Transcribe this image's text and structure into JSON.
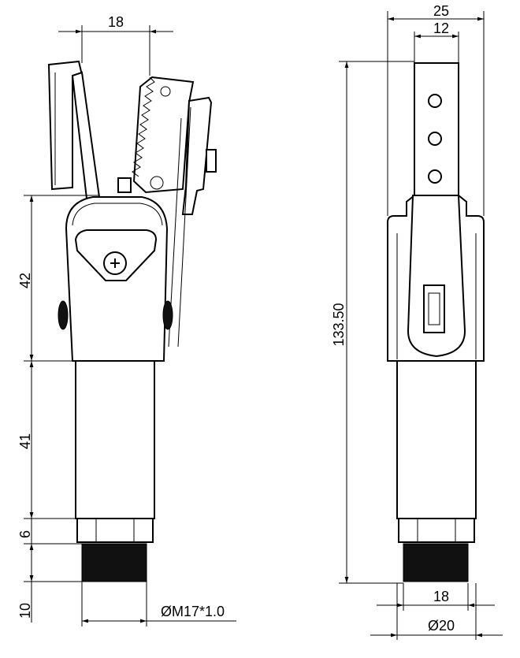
{
  "dimensions": {
    "side_top_width": "18",
    "side_body_height": "42",
    "side_tube_height": "41",
    "side_nut_height": "6",
    "side_thread_height": "10",
    "side_thread_label": "ØM17*1.0",
    "front_top_width": "25",
    "front_inner_width": "12",
    "front_total_height": "133.50",
    "front_nut_width": "18",
    "front_tube_diameter": "Ø20"
  }
}
